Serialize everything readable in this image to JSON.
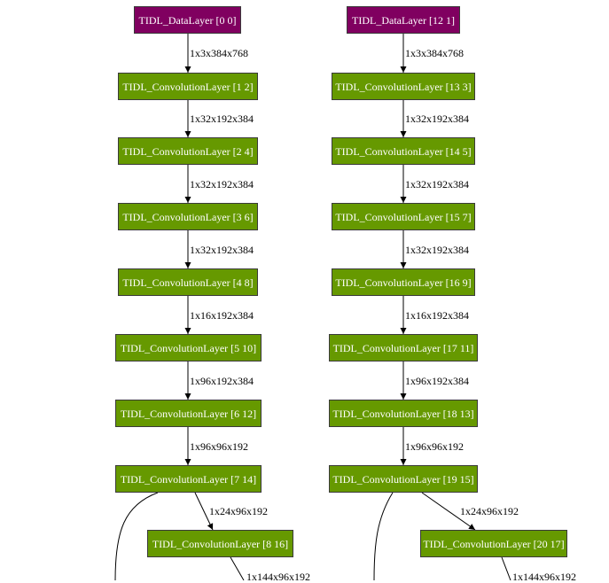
{
  "colors": {
    "data_layer": "#800060",
    "conv_layer": "#669900",
    "edge": "#000000"
  },
  "left": {
    "nodes": [
      "TIDL_DataLayer [0 0]",
      "TIDL_ConvolutionLayer [1 2]",
      "TIDL_ConvolutionLayer [2 4]",
      "TIDL_ConvolutionLayer [3 6]",
      "TIDL_ConvolutionLayer [4 8]",
      "TIDL_ConvolutionLayer [5 10]",
      "TIDL_ConvolutionLayer [6 12]",
      "TIDL_ConvolutionLayer [7 14]",
      "TIDL_ConvolutionLayer [8 16]"
    ],
    "edges": [
      "1x3x384x768",
      "1x32x192x384",
      "1x32x192x384",
      "1x32x192x384",
      "1x16x192x384",
      "1x96x192x384",
      "1x96x96x192",
      "1x24x96x192",
      "1x144x96x192"
    ]
  },
  "right": {
    "nodes": [
      "TIDL_DataLayer [12 1]",
      "TIDL_ConvolutionLayer [13 3]",
      "TIDL_ConvolutionLayer [14 5]",
      "TIDL_ConvolutionLayer [15 7]",
      "TIDL_ConvolutionLayer [16 9]",
      "TIDL_ConvolutionLayer [17 11]",
      "TIDL_ConvolutionLayer [18 13]",
      "TIDL_ConvolutionLayer [19 15]",
      "TIDL_ConvolutionLayer [20 17]"
    ],
    "edges": [
      "1x3x384x768",
      "1x32x192x384",
      "1x32x192x384",
      "1x32x192x384",
      "1x16x192x384",
      "1x96x192x384",
      "1x96x96x192",
      "1x24x96x192",
      "1x144x96x192"
    ]
  }
}
